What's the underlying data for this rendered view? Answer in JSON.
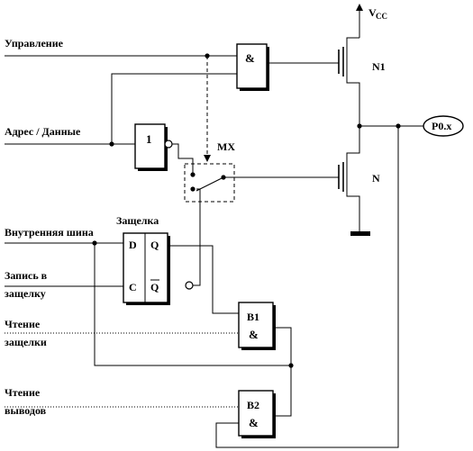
{
  "labels": {
    "vcc_main": "V",
    "vcc_sub": "CC",
    "upravlenie": "Управление",
    "adres_dannye": "Адрес / Данные",
    "vnutrennyaya_shina": "Внутренняя шина",
    "zapis_line1": "Запись в",
    "zapis_line2": "защелку",
    "chtenie_zash_line1": "Чтение",
    "chtenie_zash_line2": "защелки",
    "chtenie_vyv_line1": "Чтение",
    "chtenie_vyv_line2": "выводов",
    "zashchelka_title": "Защелка",
    "mx": "MX",
    "n1": "N1",
    "n": "N",
    "p0x": "P0.x"
  },
  "gates": {
    "and_top": "&",
    "inverter": "1",
    "b1_name": "B1",
    "b1_op": "&",
    "b2_name": "B2",
    "b2_op": "&"
  },
  "latch": {
    "d": "D",
    "c": "C",
    "q": "Q",
    "q_bar": "Q"
  }
}
